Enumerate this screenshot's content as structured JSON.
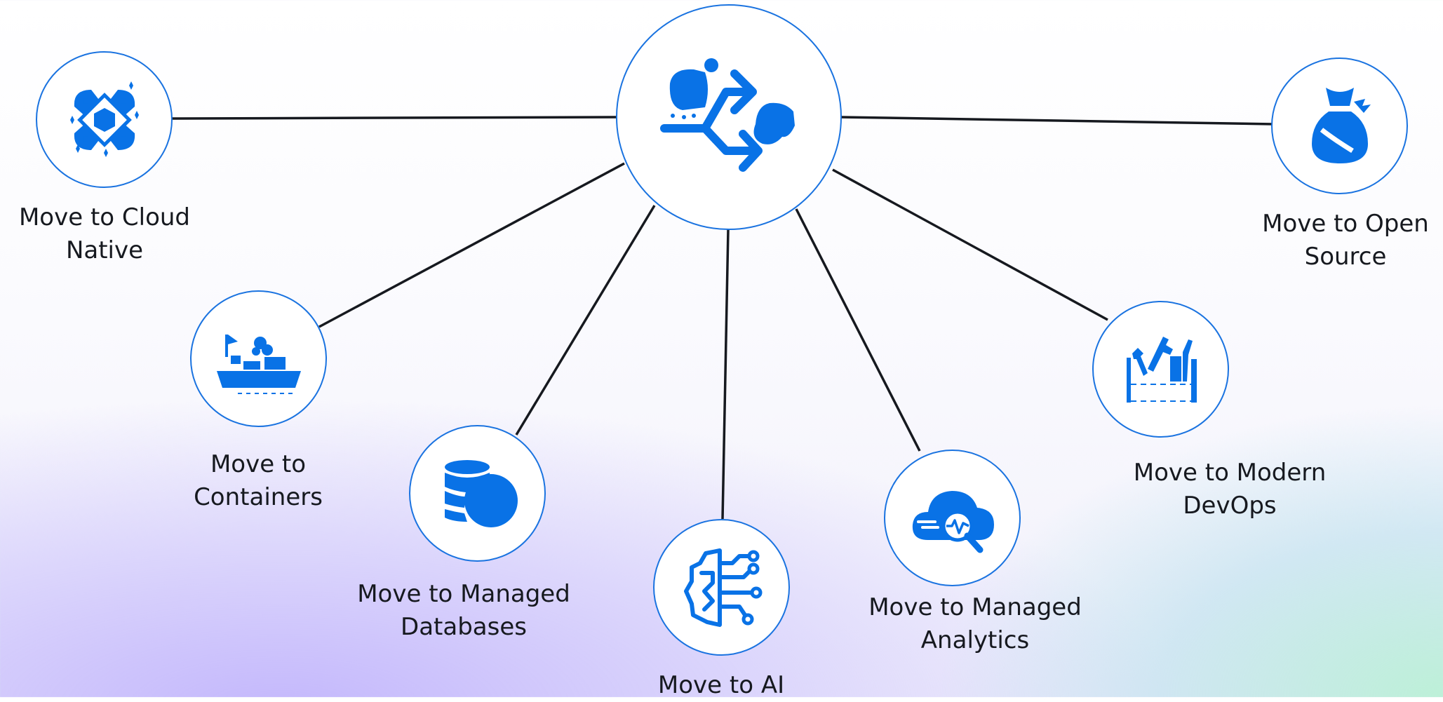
{
  "hub": {
    "icon": "migration-arrows-icon"
  },
  "nodes": [
    {
      "key": "cloud-native",
      "label": "Move to Cloud\nNative",
      "icon": "cloud-native-icon"
    },
    {
      "key": "containers",
      "label": "Move to\nContainers",
      "icon": "container-ship-icon"
    },
    {
      "key": "managed-databases",
      "label": "Move to Managed\nDatabases",
      "icon": "database-icon"
    },
    {
      "key": "ai",
      "label": "Move to AI",
      "icon": "ai-brain-circuit-icon"
    },
    {
      "key": "managed-analytics",
      "label": "Move to Managed\nAnalytics",
      "icon": "cloud-analytics-icon"
    },
    {
      "key": "modern-devops",
      "label": "Move to Modern\nDevOps",
      "icon": "devops-toolbox-icon"
    },
    {
      "key": "open-source",
      "label": "Move to Open\nSource",
      "icon": "money-bag-icon"
    }
  ],
  "colors": {
    "accent": "#0972e6",
    "ring": "#1a73e0",
    "line": "#16191f"
  }
}
